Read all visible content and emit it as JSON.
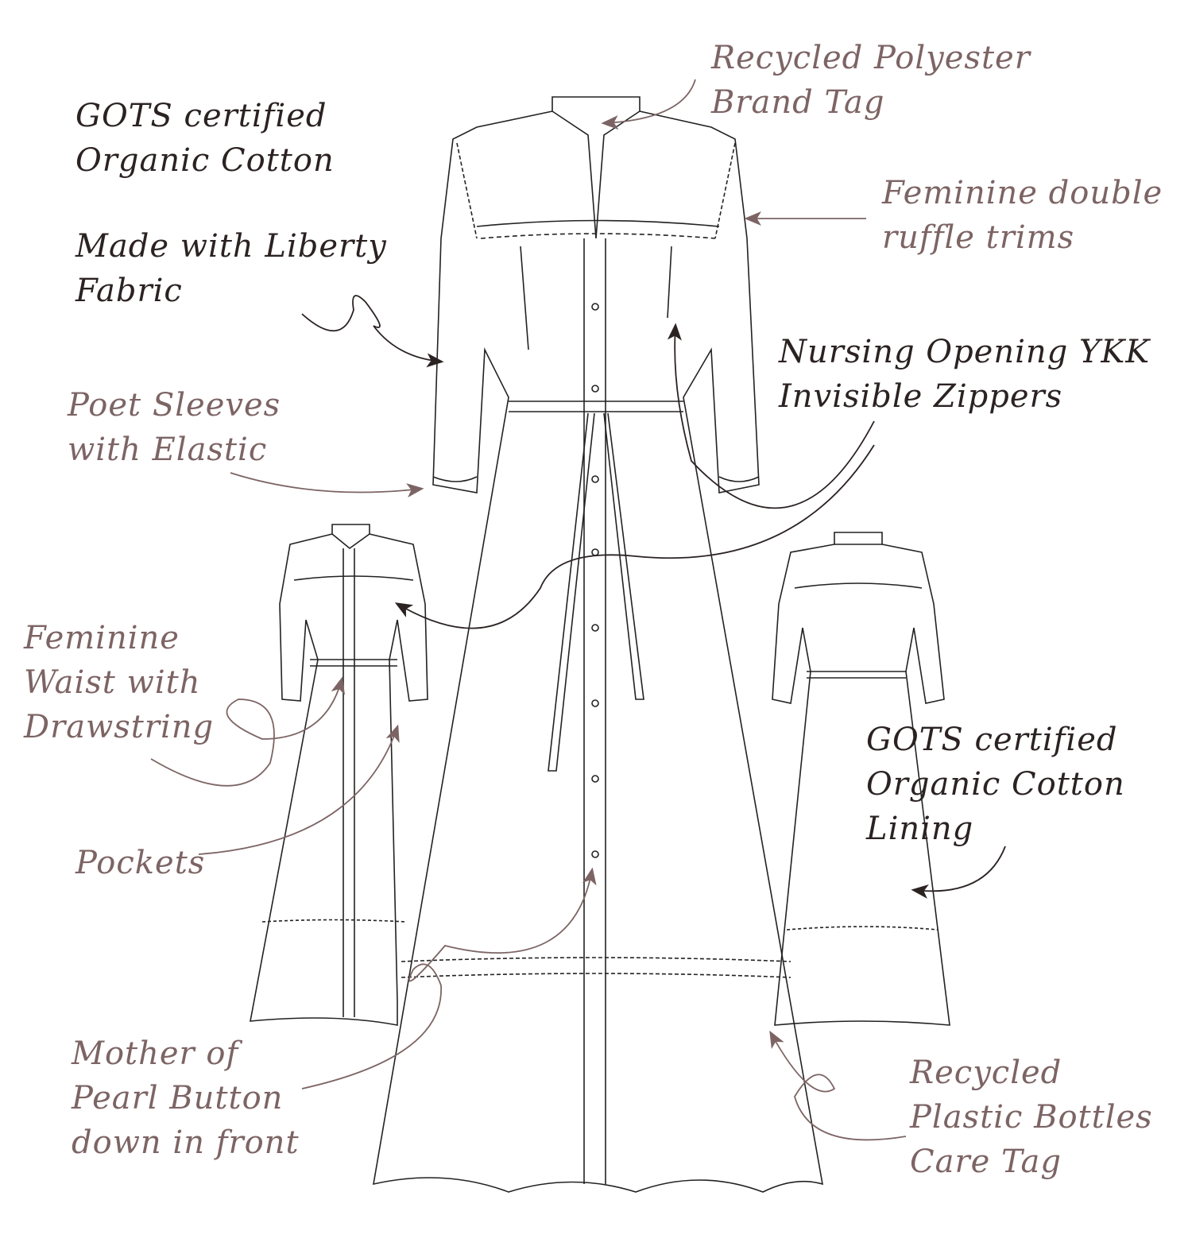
{
  "colors": {
    "dark_ink": "#2b2222",
    "mauve_ink": "#7d6464",
    "line": "#222222"
  },
  "annotations": [
    {
      "id": "gots-cotton",
      "lines": [
        "GOTS certified",
        "Organic Cotton"
      ],
      "tone": "dark"
    },
    {
      "id": "liberty",
      "lines": [
        "Made with Liberty",
        "Fabric"
      ],
      "tone": "dark"
    },
    {
      "id": "poet-sleeves",
      "lines": [
        "Poet Sleeves",
        "with Elastic"
      ],
      "tone": "mauve"
    },
    {
      "id": "waist",
      "lines": [
        "Feminine",
        "Waist with",
        "Drawstring"
      ],
      "tone": "mauve"
    },
    {
      "id": "pockets",
      "lines": [
        "Pockets"
      ],
      "tone": "mauve"
    },
    {
      "id": "buttons",
      "lines": [
        "Mother of",
        "Pearl Button",
        "down in front"
      ],
      "tone": "mauve"
    },
    {
      "id": "brand-tag",
      "lines": [
        "Recycled Polyester",
        "Brand Tag"
      ],
      "tone": "mauve"
    },
    {
      "id": "ruffle",
      "lines": [
        "Feminine double",
        "ruffle trims"
      ],
      "tone": "mauve"
    },
    {
      "id": "nursing",
      "lines": [
        "Nursing Opening YKK",
        "Invisible Zippers"
      ],
      "tone": "dark"
    },
    {
      "id": "lining",
      "lines": [
        "GOTS certified",
        "Organic Cotton",
        "Lining"
      ],
      "tone": "dark"
    },
    {
      "id": "care-tag",
      "lines": [
        "Recycled",
        "Plastic Bottles",
        "Care Tag"
      ],
      "tone": "mauve"
    }
  ]
}
